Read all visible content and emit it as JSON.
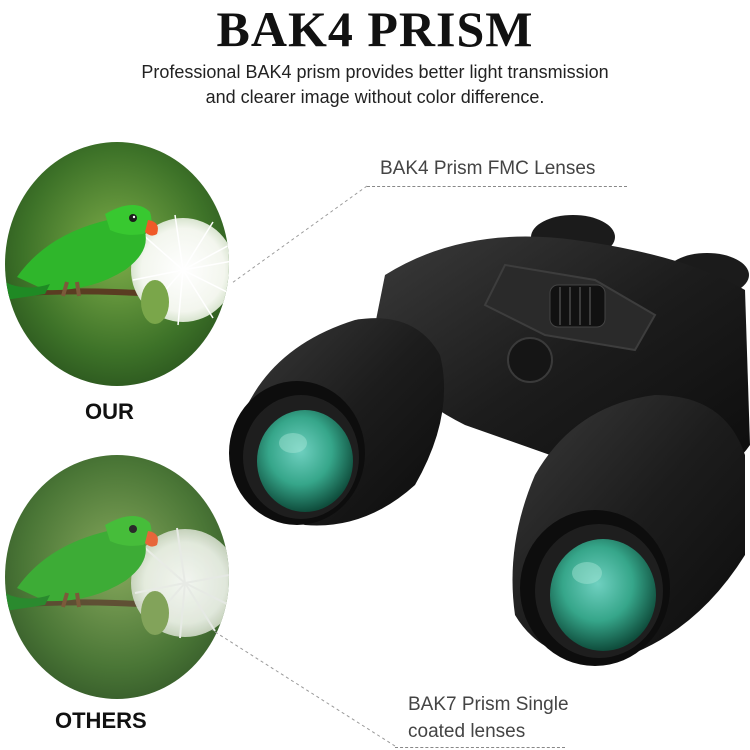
{
  "header": {
    "title": "BAK4 PRISM",
    "subtitle_line1": "Professional BAK4 prism provides better light transmission",
    "subtitle_line2": "and clearer image without color difference."
  },
  "comparison": {
    "our_label": "OUR",
    "others_label": "OTHERS"
  },
  "callouts": {
    "top": "BAK4 Prism FMC Lenses",
    "bottom_line1": "BAK7 Prism Single",
    "bottom_line2": "coated lenses"
  },
  "colors": {
    "parrot": "#2db42b",
    "background_green": "#3f7a2c",
    "lens": "#3fa98f",
    "body": "#1a1a1a"
  }
}
